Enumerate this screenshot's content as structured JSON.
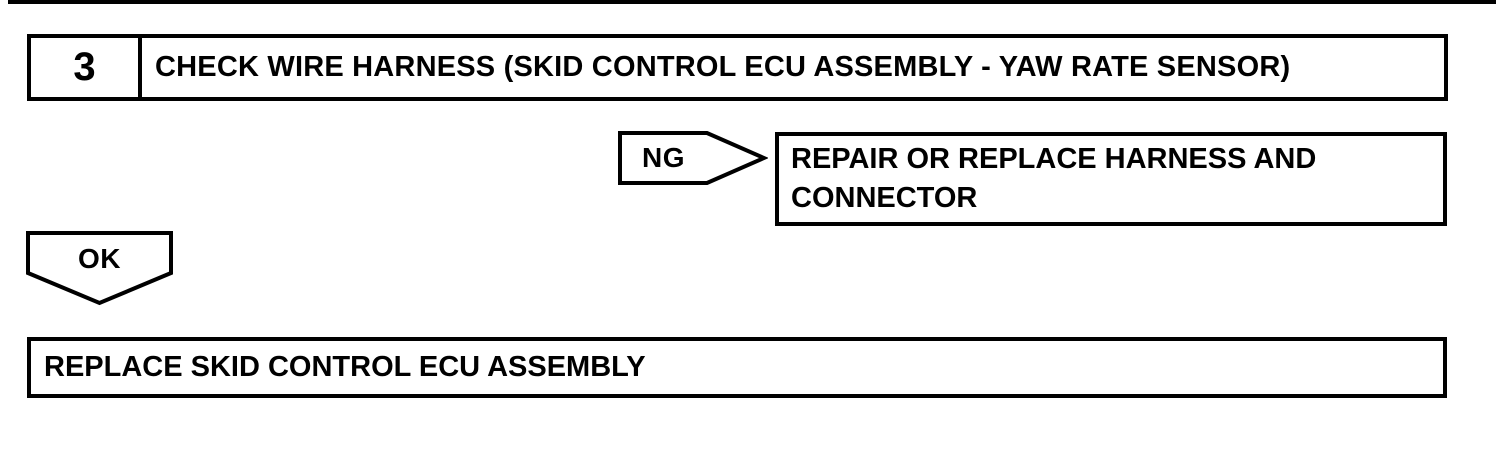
{
  "page": {
    "background_color": "#ffffff",
    "line_color": "#000000"
  },
  "step_box": {
    "number": "3",
    "title": "CHECK WIRE HARNESS (SKID CONTROL ECU ASSEMBLY - YAW RATE SENSOR)"
  },
  "ng_branch": {
    "label": "NG",
    "result": "REPAIR OR REPLACE HARNESS AND CONNECTOR"
  },
  "ok_branch": {
    "label": "OK",
    "result": "REPLACE SKID CONTROL ECU ASSEMBLY"
  }
}
